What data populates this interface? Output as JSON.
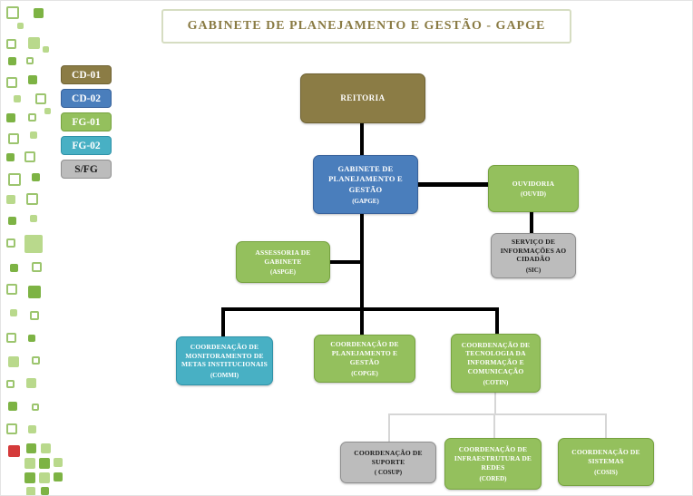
{
  "title": "GABINETE DE PLANEJAMENTO E GESTÃO - GAPGE",
  "legend": [
    {
      "label": "CD-01",
      "color": "#8B7C45"
    },
    {
      "label": "CD-02",
      "color": "#4A7EBC"
    },
    {
      "label": "FG-01",
      "color": "#94C05D"
    },
    {
      "label": "FG-02",
      "color": "#48B0C4"
    },
    {
      "label": "S/FG",
      "color": "#BCBCBC"
    }
  ],
  "nodes": {
    "reitoria": {
      "name": "REITORIA",
      "acronym": "",
      "level": "CD-01"
    },
    "gapge": {
      "name": "GABINETE DE PLANEJAMENTO E GESTÃO",
      "acronym": "(GAPGE)",
      "level": "CD-02"
    },
    "ouvid": {
      "name": "OUVIDORIA",
      "acronym": "(OUVID)",
      "level": "FG-01"
    },
    "sic": {
      "name": "SERVIÇO DE INFORMAÇÕES AO CIDADÃO",
      "acronym": "(SIC)",
      "level": "S/FG"
    },
    "aspge": {
      "name": "ASSESSORIA DE GABINETE",
      "acronym": "(ASPGE)",
      "level": "FG-01"
    },
    "commi": {
      "name": "COORDENAÇÃO DE MONITORAMENTO DE METAS INSTITUCIONAIS",
      "acronym": "(COMMI)",
      "level": "FG-02"
    },
    "copge": {
      "name": "COORDENAÇÃO DE PLANEJAMENTO E GESTÃO",
      "acronym": "(COPGE)",
      "level": "FG-01"
    },
    "cotin": {
      "name": "COORDENAÇÃO DE TECNOLOGIA DA INFORMAÇÃO E COMUNICAÇÃO",
      "acronym": "(COTIN)",
      "level": "FG-01"
    },
    "cosup": {
      "name": "COORDENAÇÃO DE SUPORTE",
      "acronym": "( COSUP)",
      "level": "S/FG"
    },
    "cored": {
      "name": "COORDENAÇÃO DE INFRAESTRUTURA DE REDES",
      "acronym": "(CORED)",
      "level": "FG-01"
    },
    "cosis": {
      "name": "COORDENAÇÃO DE SISTEMAS",
      "acronym": "(COSIS)",
      "level": "FG-01"
    }
  }
}
